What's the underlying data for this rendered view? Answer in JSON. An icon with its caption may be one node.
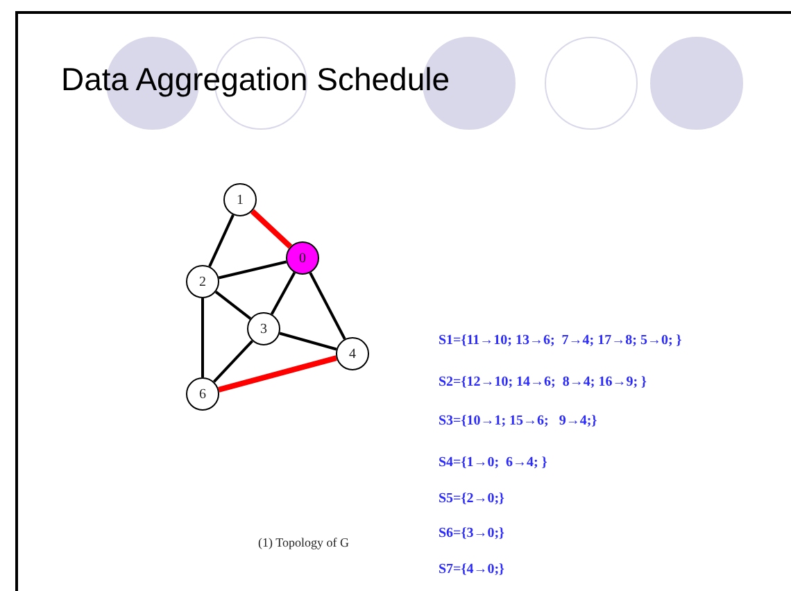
{
  "diagram": {
    "title": "Data Aggregation Schedule",
    "nodes": [
      {
        "text": [
          "0"
        ]
      },
      {
        "text": [
          "1"
        ]
      },
      {
        "text": [
          "2"
        ]
      },
      {
        "text": [
          "3"
        ]
      },
      {
        "text": [
          "4"
        ]
      },
      {
        "text": [
          "6"
        ]
      }
    ],
    "edges": [
      {
        "from": 1,
        "to": 0,
        "arrow": "none",
        "style": "thick",
        "color": "#ff0000"
      },
      {
        "from": 1,
        "to": 2,
        "arrow": "none"
      },
      {
        "from": 2,
        "to": 0,
        "arrow": "none"
      },
      {
        "from": 2,
        "to": 3,
        "arrow": "none"
      },
      {
        "from": 2,
        "to": 5,
        "arrow": "none"
      },
      {
        "from": 0,
        "to": 3,
        "arrow": "none"
      },
      {
        "from": 0,
        "to": 4,
        "arrow": "none"
      },
      {
        "from": 3,
        "to": 4,
        "arrow": "none"
      },
      {
        "from": 3,
        "to": 5,
        "arrow": "none"
      },
      {
        "from": 5,
        "to": 4,
        "arrow": "none",
        "style": "thick",
        "color": "#ff0000"
      }
    ],
    "labels": [
      "S1={11→10; 13→6;  7→4; 17→8; 5→0; }",
      "S2={12→10; 14→6;  8→4; 16→9; }",
      "S3={10→1; 15→6;   9→4;}",
      "S4={1→0;  6→4; }",
      "S5={2→0;}",
      "S6={3→0;}",
      "S7={4→0;}",
      "(1) Topology of G"
    ]
  }
}
